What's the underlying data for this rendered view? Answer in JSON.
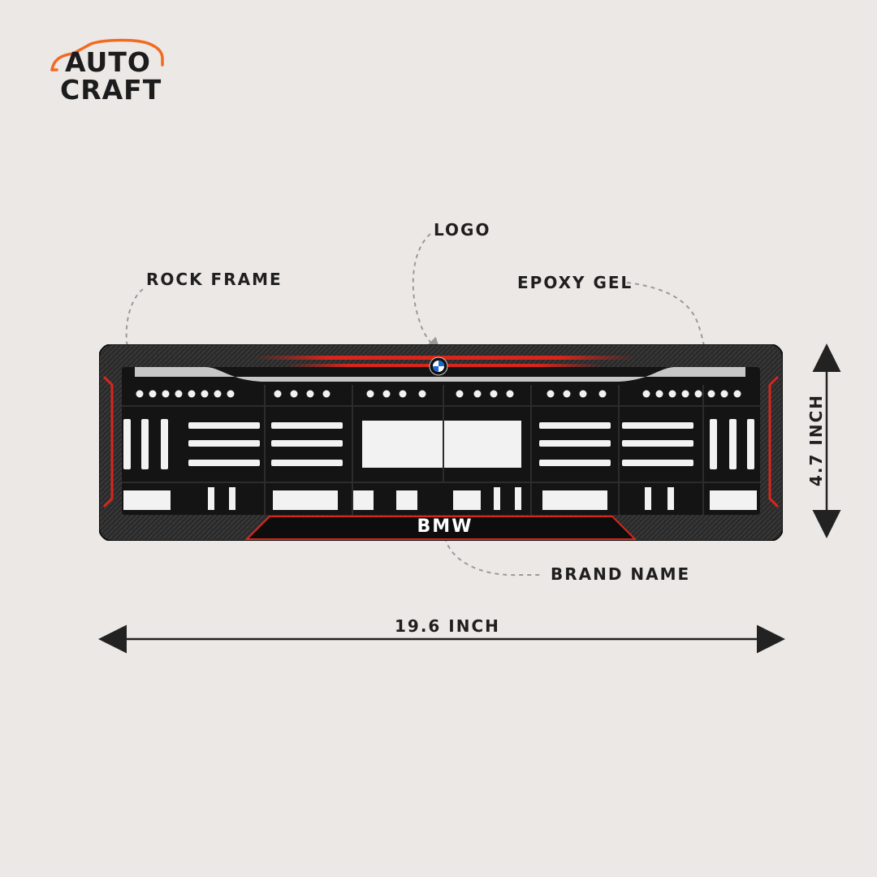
{
  "logo": {
    "line1": "AUTO",
    "line2": "CRAFT",
    "accent_color": "#f26a21",
    "text_color": "#1c1c1c"
  },
  "labels": {
    "rock_frame": "ROCK FRAME",
    "logo": "LOGO",
    "epoxy_gel": "EPOXY GEL",
    "brand_name": "BRAND NAME"
  },
  "dimensions": {
    "width": "19.6 INCH",
    "height": "4.7 INCH"
  },
  "plate": {
    "brand_text": "BMW",
    "accent_color": "#d9261c",
    "frame_color": "#1a1a1a",
    "badge_icon": "bmw-roundel-icon"
  },
  "background_color": "#ece8e6"
}
